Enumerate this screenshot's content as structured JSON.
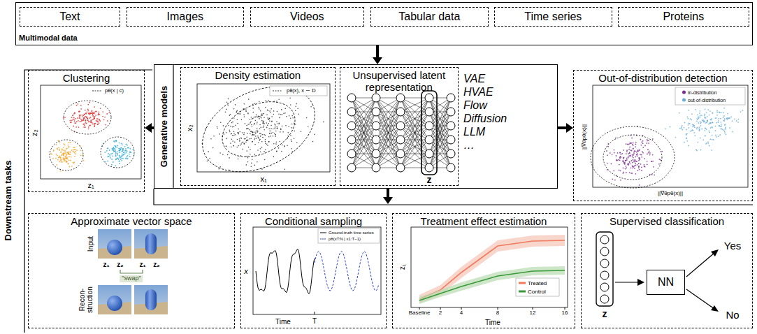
{
  "diagram": {
    "nodes": [
      {
        "text": [
          "Multimodal data"
        ]
      },
      {
        "text": [
          "Text"
        ],
        "in": 0
      },
      {
        "text": [
          "Images"
        ],
        "in": 0
      },
      {
        "text": [
          "Videos"
        ],
        "in": 0
      },
      {
        "text": [
          "Tabular data"
        ],
        "in": 0
      },
      {
        "text": [
          "Time series"
        ],
        "in": 0
      },
      {
        "text": [
          "Proteins"
        ],
        "in": 0
      },
      {
        "text": [
          "Downstream tasks"
        ]
      },
      {
        "text": [
          "Clustering"
        ],
        "in": 7
      },
      {
        "text": [
          "Generative models"
        ]
      },
      {
        "text": [
          "Density estimation"
        ],
        "in": 9
      },
      {
        "text": [
          "Unsupervised latent representation"
        ],
        "in": 9
      },
      {
        "text": [
          "Out-of-distribution detection"
        ],
        "in": 7
      },
      {
        "text": [
          "Approximate vector space"
        ],
        "in": 7
      },
      {
        "text": [
          "Conditional sampling"
        ],
        "in": 7
      },
      {
        "text": [
          "Treatment effect estimation"
        ],
        "in": 7
      },
      {
        "text": [
          "Supervised classification"
        ],
        "in": 7
      },
      {
        "text": [
          "NN"
        ],
        "in": 16
      }
    ],
    "edges": [
      {
        "from": 0,
        "to": 9,
        "arrow": "to"
      },
      {
        "from": 9,
        "to": 8,
        "arrow": "to"
      },
      {
        "from": 9,
        "to": 12,
        "arrow": "to"
      },
      {
        "from": 9,
        "to": 7,
        "arrow": "to"
      }
    ],
    "labels": [
      "x₂",
      "x₁",
      "pθ(x), x ∼ D",
      "VAE",
      "HVAE",
      "Flow",
      "Diffusion",
      "LLM",
      "…",
      "z",
      "pθ(x | c)",
      "z₂",
      "z₁",
      "||∇θpθ(x)||",
      "||∇θpθ(x)||",
      "Input",
      "Recon- struction",
      "z₁",
      "z₂",
      "z₁",
      "z₂",
      "\"swap\"",
      "Ground-truth time series",
      "pθ(xT:N | x1:T−1)",
      "x",
      "Time",
      "T",
      "z₁",
      "Baseline",
      "2",
      "4",
      "8",
      "12",
      "16",
      "Time",
      "z",
      "Yes",
      "No"
    ],
    "legend": [
      {
        "text": "in-distribution",
        "color": "#7b2d8e"
      },
      {
        "text": "out-of-distribution",
        "color": "#6aaed6"
      },
      {
        "text": "Treated",
        "color": "#f07a5e"
      },
      {
        "text": "Control",
        "color": "#3a9a3a"
      }
    ]
  }
}
